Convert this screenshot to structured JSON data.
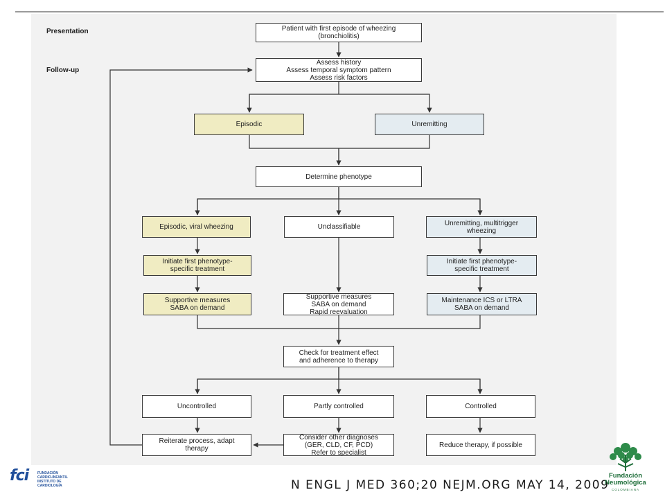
{
  "labels": {
    "presentation": "Presentation",
    "follow_up": "Follow-up"
  },
  "boxes": {
    "patient": "Patient with first episode of wheezing\n(bronchiolitis)",
    "assess": "Assess history\nAssess temporal symptom pattern\nAssess risk factors",
    "episodic": "Episodic",
    "unremitting": "Unremitting",
    "determine": "Determine phenotype",
    "episodic_viral": "Episodic, viral wheezing",
    "unclassifiable": "Unclassifiable",
    "unremitting_multi": "Unremitting, multitrigger\nwheezing",
    "initiate_left": "Initiate first phenotype-\nspecific treatment",
    "initiate_right": "Initiate first phenotype-\nspecific treatment",
    "supportive_left": "Supportive measures\nSABA on demand",
    "supportive_mid": "Supportive measures\nSABA on demand\nRapid reevaluation",
    "maintenance": "Maintenance ICS or LTRA\nSABA on demand",
    "check": "Check for treatment effect\nand adherence to therapy",
    "uncontrolled": "Uncontrolled",
    "partly": "Partly controlled",
    "controlled": "Controlled",
    "reiterate": "Reiterate process, adapt\ntherapy",
    "consider": "Consider other diagnoses\n(GER, CLD, CF, PCD)\nRefer to specialist",
    "reduce": "Reduce therapy, if possible"
  },
  "colors": {
    "episodic_fill": "#f0ecc2",
    "unremitting_fill": "#e4ecf1",
    "panel": "#f2f2f2"
  },
  "footer": {
    "citation": "N ENGL J MED 360;20   NEJM.ORG   MAY 14, 2009"
  },
  "logos": {
    "fci_mark": "fci",
    "fci_text": "FUNDACIÓN\nCARDIO-INFANTIL\nINSTITUTO DE CARDIOLOGÍA",
    "fn_name": "Fundación\nNeumológica",
    "fn_sub": "COLOMBIANA"
  }
}
